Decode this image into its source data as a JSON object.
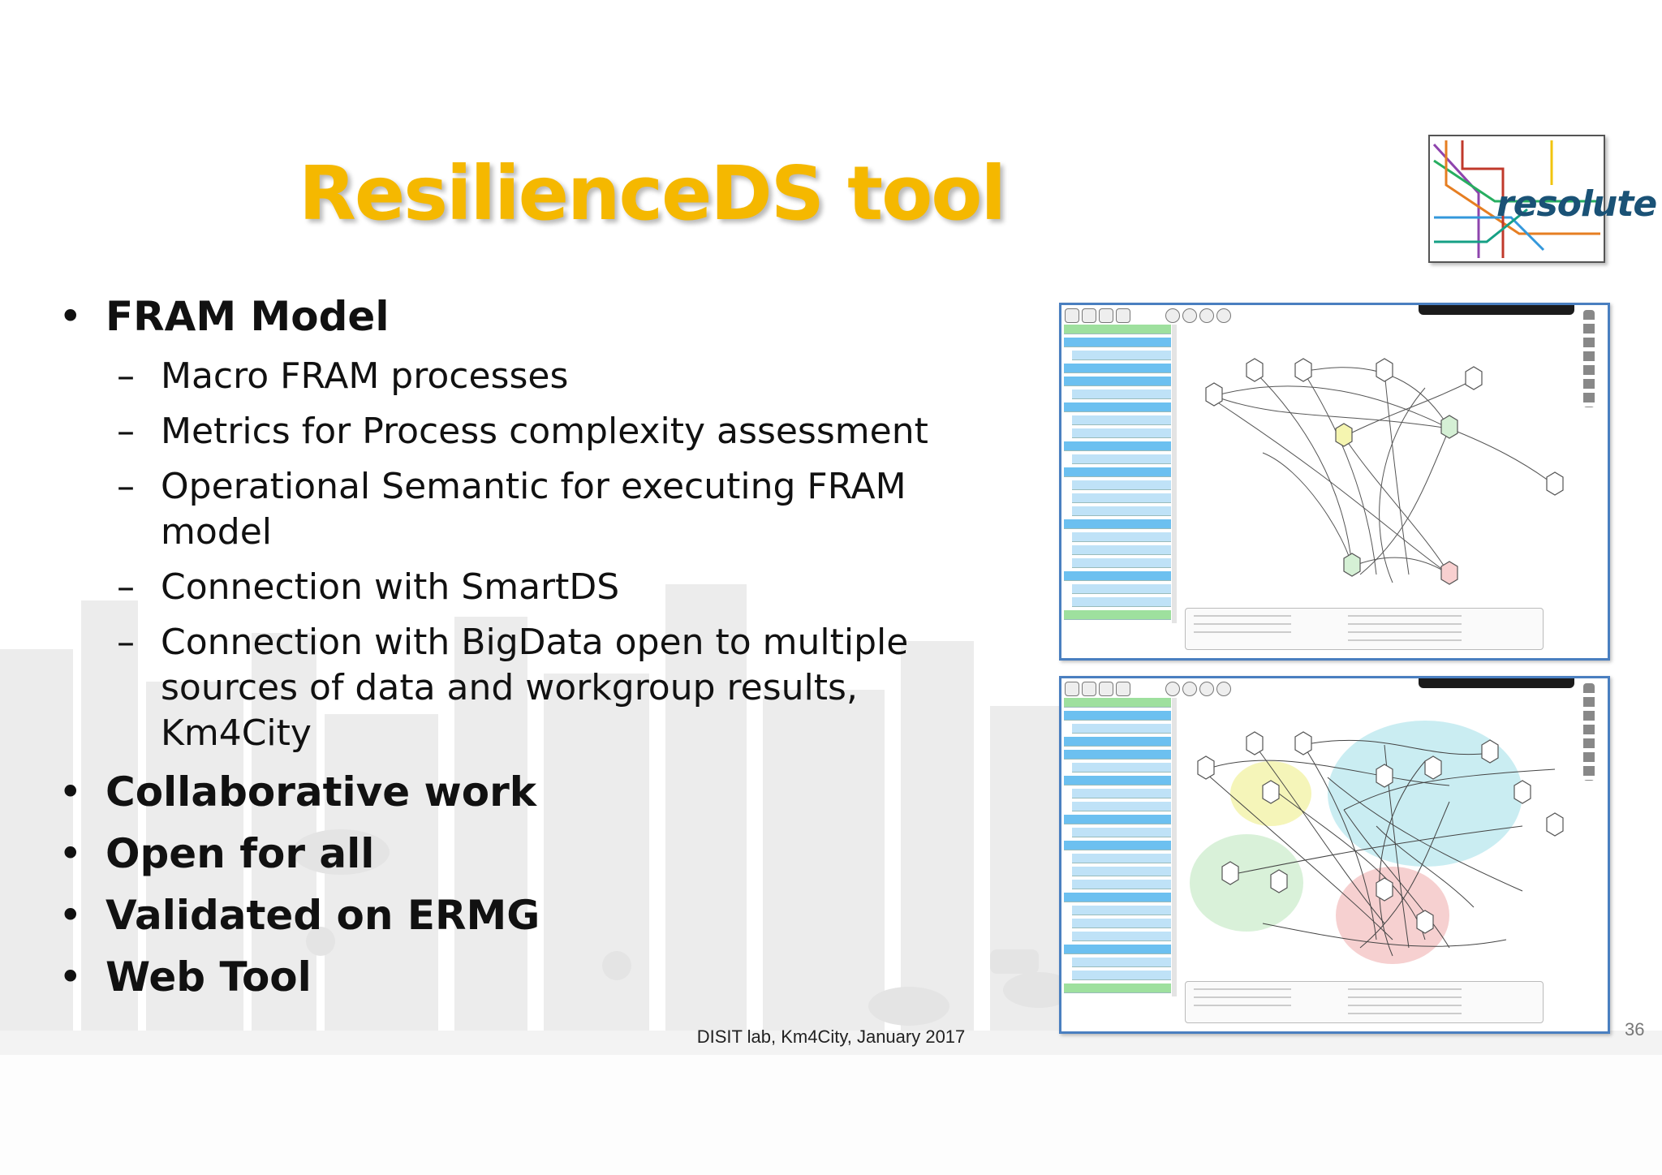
{
  "slide": {
    "title": "ResilienceDS tool",
    "logo_text": "resolute",
    "bullets": [
      {
        "label": "FRAM Model",
        "sub": [
          "Macro FRAM processes",
          "Metrics for Process complexity assessment",
          "Operational Semantic for executing FRAM model",
          "Connection with SmartDS",
          "Connection with BigData open to multiple sources of data and workgroup results, Km4City"
        ]
      },
      {
        "label": "Collaborative work"
      },
      {
        "label": "Open for all"
      },
      {
        "label": "Validated on ERMG"
      },
      {
        "label": "Web Tool"
      }
    ],
    "footer": "DISIT lab, Km4City, January 2017",
    "page_number": "36"
  },
  "colors": {
    "title": "#f5b800",
    "screenshot_border": "#4a7fc0",
    "sidebar_green": "#9ee09e",
    "sidebar_blue": "#6cc0f0"
  }
}
